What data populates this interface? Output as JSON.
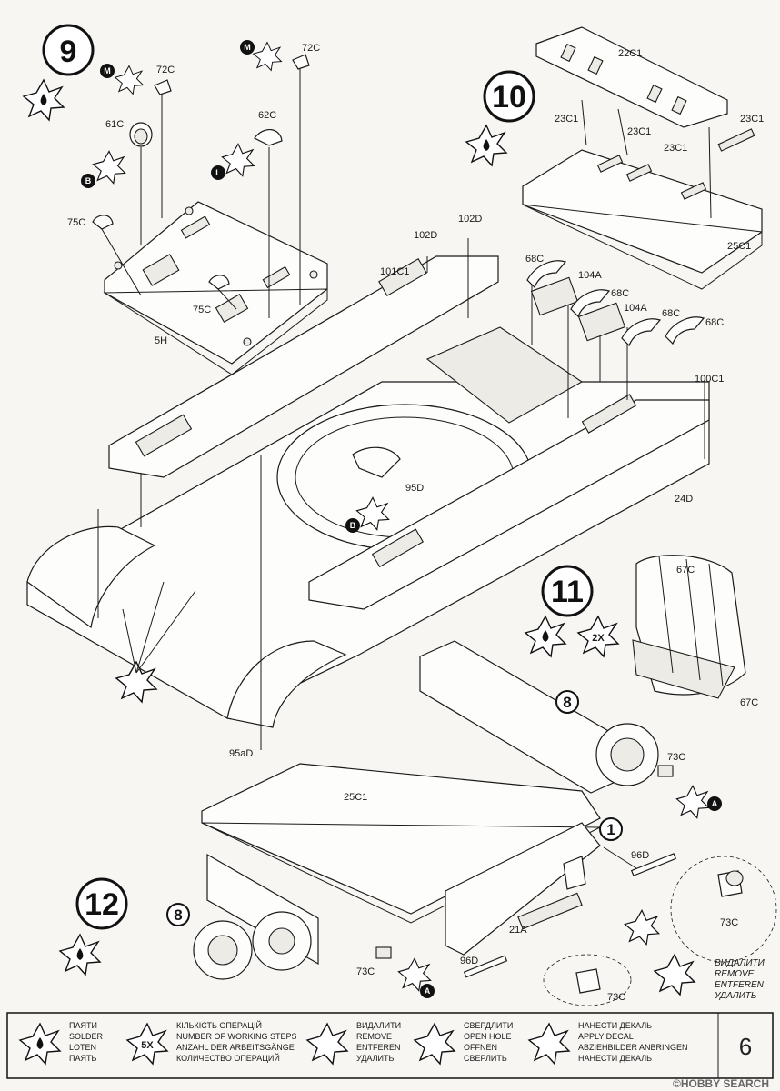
{
  "steps": [
    {
      "number": "9"
    },
    {
      "number": "10"
    },
    {
      "number": "11",
      "multiplier": "2X"
    },
    {
      "number": "12"
    }
  ],
  "callouts": [
    "8",
    "8",
    "1"
  ],
  "letter_markers": {
    "m": "M",
    "b": "B",
    "l": "L",
    "a": "A"
  },
  "parts": {
    "p72c": "72C",
    "p61c": "61C",
    "p62c": "62C",
    "p75c": "75C",
    "p5h": "5H",
    "p102d": "102D",
    "p101c1": "101C1",
    "p68c": "68C",
    "p104a": "104A",
    "p22c1": "22C1",
    "p23c1": "23C1",
    "p25c1": "25C1",
    "p100c1": "100C1",
    "p24d": "24D",
    "p95d": "95D",
    "p95ad": "95aD",
    "p67c": "67C",
    "p73c": "73C",
    "p96d": "96D",
    "p21a": "21A"
  },
  "remove_note": [
    "ВИДАЛИТИ",
    "REMOVE",
    "ENTFEREN",
    "УДАЛИТЬ"
  ],
  "legend": [
    {
      "icon": "solder-icon",
      "lines": [
        "ПАЯТИ",
        "SOLDER",
        "LOTEN",
        "ПАЯТЬ"
      ]
    },
    {
      "icon": "steps-icon",
      "badge": "5X",
      "lines": [
        "КІЛЬКІСТЬ ОПЕРАЦІЙ",
        "NUMBER OF WORKING STEPS",
        "ANZAHL DER ARBEITSGÄNGE",
        "КОЛИЧЕСТВО ОПЕРАЦИЙ"
      ]
    },
    {
      "icon": "remove-icon",
      "lines": [
        "ВИДАЛИТИ",
        "REMOVE",
        "ENTFEREN",
        "УДАЛИТЬ"
      ]
    },
    {
      "icon": "drill-icon",
      "lines": [
        "СВЕРДЛИТИ",
        "OPEN HOLE",
        "OFFNEN",
        "СВЕРЛИТЬ"
      ]
    },
    {
      "icon": "decal-icon",
      "lines": [
        "НАНЕСТИ ДЕКАЛЬ",
        "APPLY DECAL",
        "ABZIEHBILDER ANBRINGEN",
        "НАНЕСТИ ДЕКАЛЬ"
      ]
    }
  ],
  "page_number": "6",
  "watermark": "©HOBBY SEARCH"
}
